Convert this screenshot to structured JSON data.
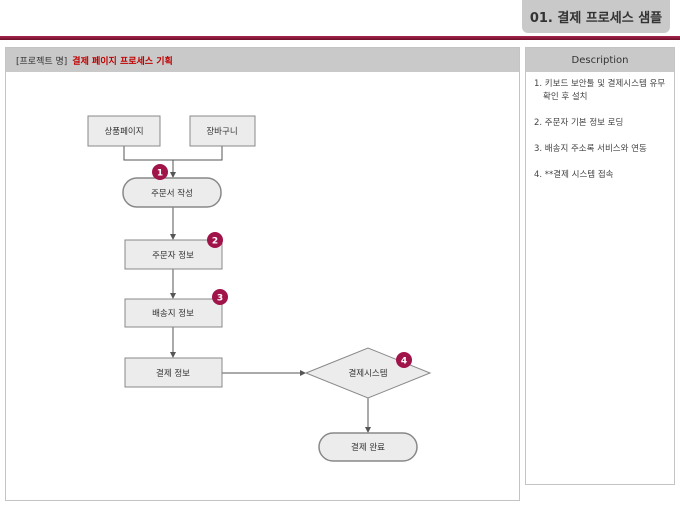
{
  "title_tab": "01. 결제 프로세스 샘플",
  "main": {
    "project_label": "[프로젝트 명]",
    "project_name": "결제 페이지 프로세스 기획"
  },
  "description": {
    "title": "Description",
    "items": [
      "1. 키보드 보안툴 및 결제시스템 유무 확인 후 설치",
      "2. 주문자 기본 정보 로딩",
      "3. 배송지 주소록 서비스와 연동",
      "4. **결제 시스템 접속"
    ]
  },
  "flow": {
    "product_page": "상품페이지",
    "cart": "장바구니",
    "order_form": "주문서 작성",
    "orderer_info": "주문자 정보",
    "shipping_info": "배송지 정보",
    "payment_info": "결제 정보",
    "payment_system": "결제시스템",
    "payment_done": "결제 완료",
    "badges": [
      "1",
      "2",
      "3",
      "4"
    ]
  },
  "colors": {
    "accent": "#a0144a",
    "box": "#ececec"
  }
}
